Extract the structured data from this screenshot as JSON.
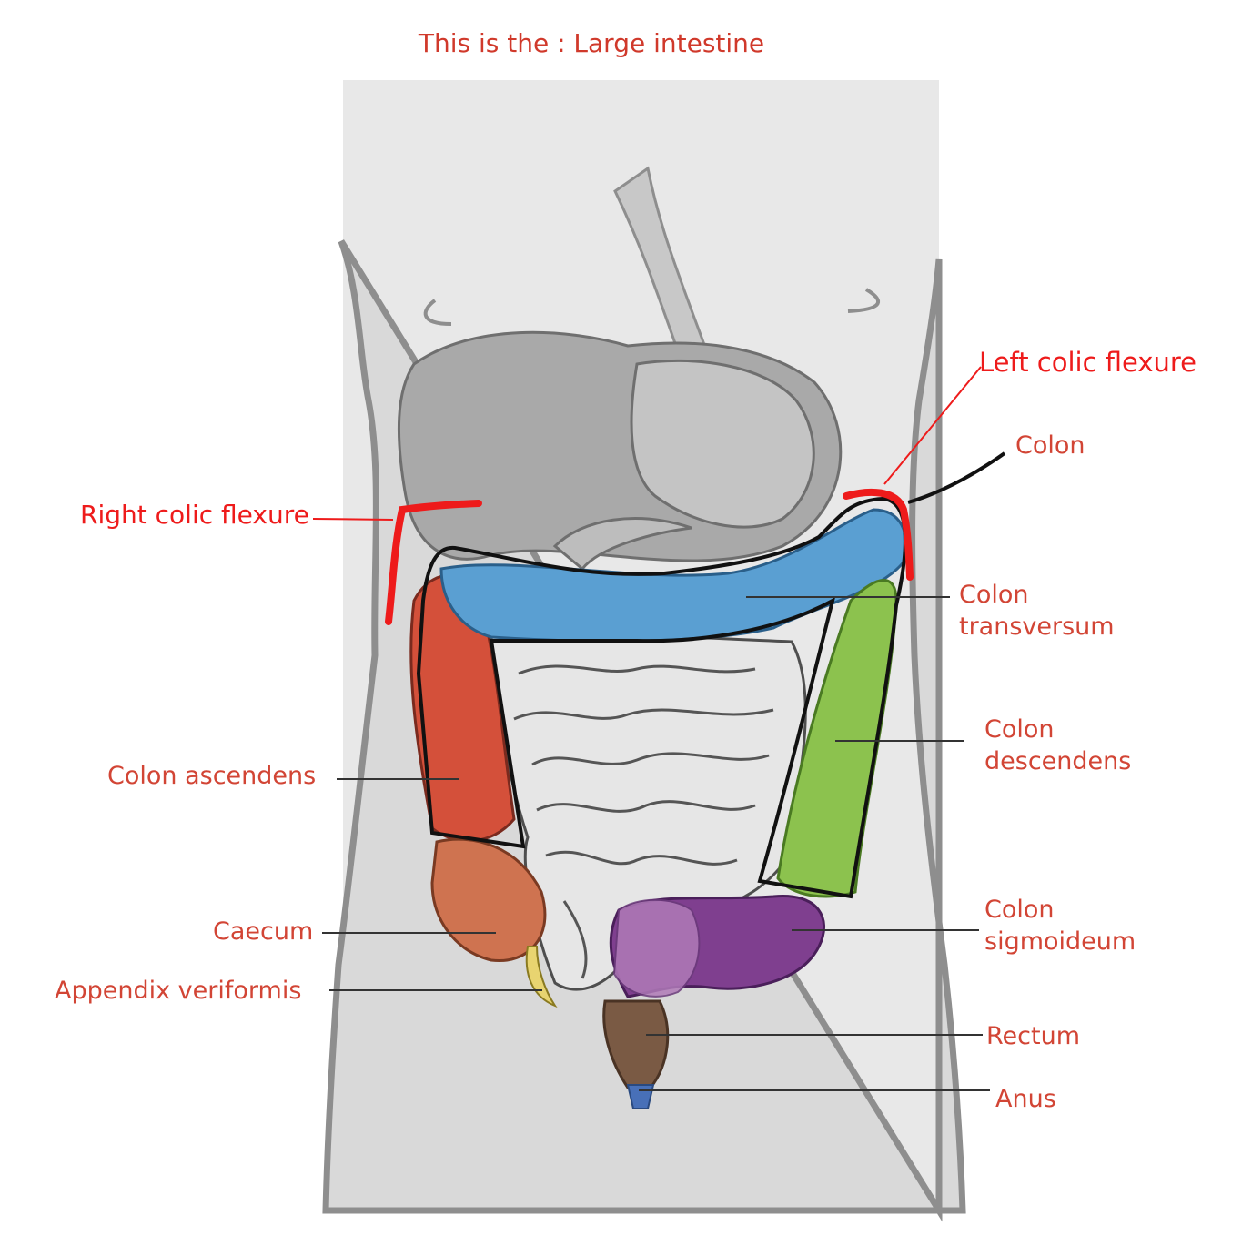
{
  "title": "This is the : Large intestine",
  "colors": {
    "label_text": "#d24535",
    "handwritten": "#ee1b1b",
    "colon_ascendens": "#d4503a",
    "caecum": "#cf7350",
    "appendix": "#e8d470",
    "colon_transversum": "#5a9fd2",
    "colon_descendens": "#8cc24e",
    "colon_sigmoideum": "#7f3f8f",
    "rectum": "#7a5a44",
    "anus": "#4870b8",
    "body": "#dadada",
    "background_panel": "#e8e8e8"
  },
  "labels": {
    "left_colic_flexure": "Left colic flexure",
    "colon": "Colon",
    "right_colic_flexure": "Right colic flexure",
    "colon_transversum": [
      "Colon",
      "transversum"
    ],
    "colon_descendens": [
      "Colon",
      "descendens"
    ],
    "colon_ascendens": "Colon ascendens",
    "caecum": "Caecum",
    "colon_sigmoideum": [
      "Colon",
      "sigmoideum"
    ],
    "appendix_veriformis": "Appendix veriformis",
    "rectum": "Rectum",
    "anus": "Anus"
  }
}
